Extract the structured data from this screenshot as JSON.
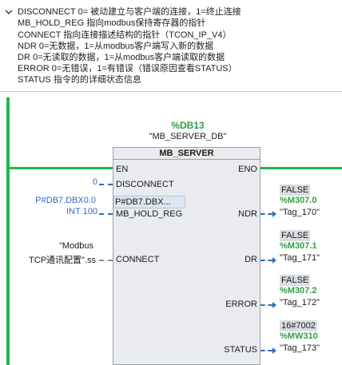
{
  "comment": {
    "lines": [
      "DISCONNECT  0= 被动建立与客户端的连接，1=终止连接",
      "MB_HOLD_REG  指向modbus保持寄存器的指针",
      "CONNECT   指向连接描述结构的指针（TCON_IP_V4）",
      "NDR  0=无数据，1=从modbus客户端写入新的数据",
      "DR   0=无读取的数据，1=从modbus客户端读取的数据",
      "ERROR  0=无错误，1=有错误（错误原因查看STATUS）",
      "STATUS  指令的的详细状态信息"
    ]
  },
  "instance": {
    "db": "%DB13",
    "name": "\"MB_SERVER_DB\""
  },
  "block": {
    "title": "MB_SERVER",
    "pins_in": {
      "en": "EN",
      "disconnect": "DISCONNECT",
      "mb_hold_reg": "MB_HOLD_REG",
      "connect": "CONNECT"
    },
    "pins_out": {
      "eno": "ENO",
      "ndr": "NDR",
      "dr": "DR",
      "error": "ERROR",
      "status": "STATUS"
    },
    "hold_reg_box": "P#DB7.DBX..."
  },
  "inputs": {
    "disconnect_value": "0",
    "hold_reg_line1": "P#DB7.DBX0.0",
    "hold_reg_line2": "INT 100",
    "connect_line1": "\"Modbus",
    "connect_line2": "TCP通讯配置\".ss"
  },
  "outputs": {
    "ndr": {
      "value": "FALSE",
      "address": "%M307.0",
      "tag": "\"Tag_170\""
    },
    "dr": {
      "value": "FALSE",
      "address": "%M307.1",
      "tag": "\"Tag_171\""
    },
    "error": {
      "value": "FALSE",
      "address": "%M307.2",
      "tag": "\"Tag_172\""
    },
    "status": {
      "value": "16#7002",
      "address": "%MW310",
      "tag": "\"Tag_173\""
    }
  },
  "colors": {
    "rail": "#1fb84a",
    "address": "#2f9e4a",
    "wire": "#2d6cc2",
    "block_fill": "#e9ebee"
  }
}
